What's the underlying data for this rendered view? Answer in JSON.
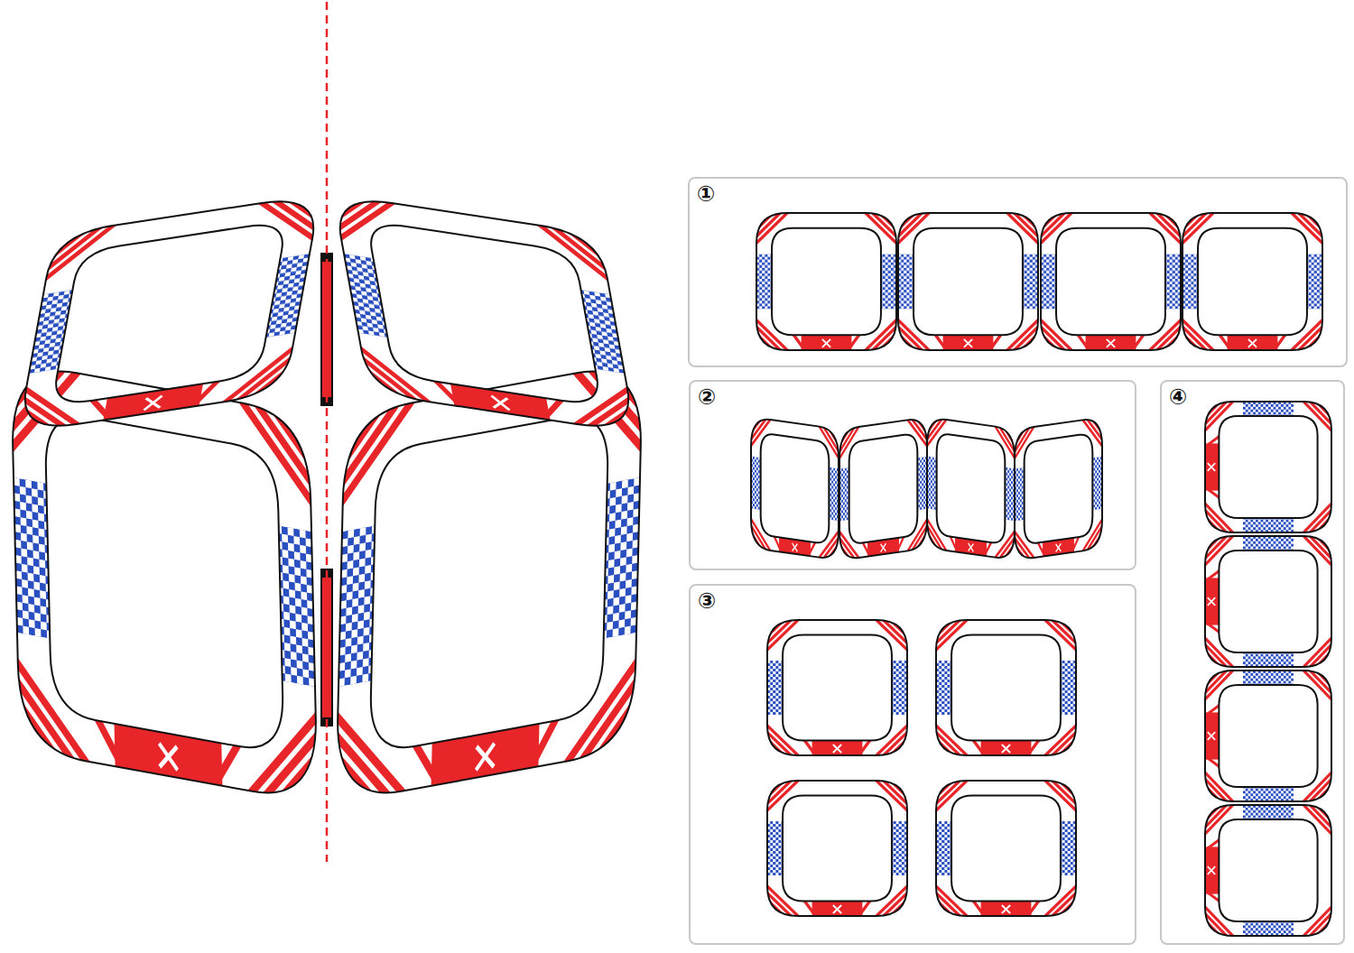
{
  "diagram": {
    "nodes": [
      {
        "text": [
          "①"
        ]
      },
      {
        "text": [
          "②"
        ]
      },
      {
        "text": [
          "③"
        ]
      },
      {
        "text": [
          "④"
        ]
      }
    ]
  }
}
